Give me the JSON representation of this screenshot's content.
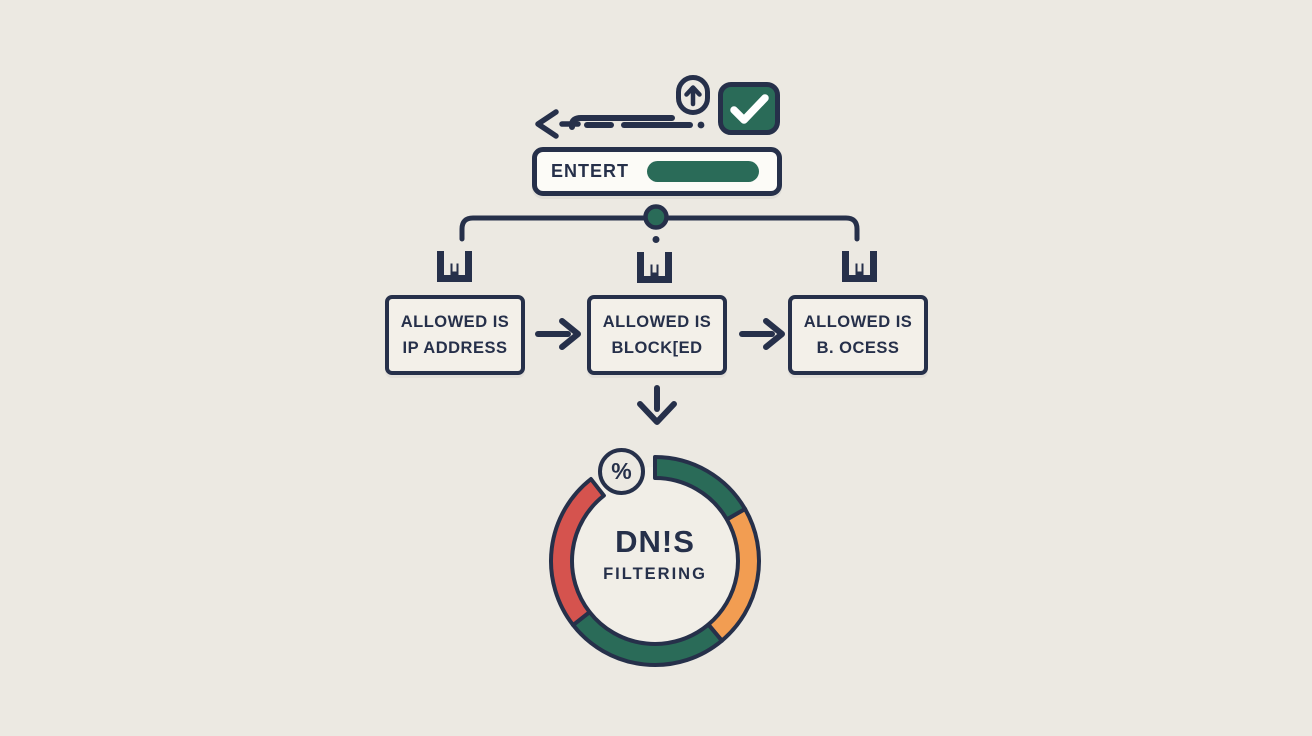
{
  "palette": {
    "navy": "#26304a",
    "green": "#2a6b58",
    "orange": "#f29d52",
    "red": "#d5534e",
    "background": "#ece9e2",
    "panel": "#f3f0e9",
    "input_white": "#fcfbf7"
  },
  "top": {
    "left_arrow_icon": "left-arrow",
    "dashed_line_icon": "dashed-line",
    "upload_pill_icon": "oval-up-arrow",
    "checkbox_icon": "checkmark",
    "checkbox_checked": true
  },
  "input": {
    "label": "ENTERT"
  },
  "flow_boxes": [
    {
      "line1": "ALLOWED IS",
      "line2": "IP ADDRESS"
    },
    {
      "line1": "ALLOWED IS",
      "line2": "BLOCK[ED"
    },
    {
      "line1": "ALLOWED IS",
      "line2": "B. OCESS"
    }
  ],
  "chart_data": {
    "type": "pie",
    "variant": "donut",
    "title": "DN!S",
    "subtitle": "FILTERING",
    "badge": "%",
    "start_reference": "degrees clockwise from 12 o'clock",
    "segments": [
      {
        "color": "#2a6b58",
        "start_deg": 0,
        "end_deg": 60
      },
      {
        "color": "#f29d52",
        "start_deg": 60,
        "end_deg": 140
      },
      {
        "color": "#2a6b58",
        "start_deg": 140,
        "end_deg": 232
      },
      {
        "color": "#d5534e",
        "start_deg": 232,
        "end_deg": 322
      }
    ],
    "gap_deg": {
      "start": 322,
      "end": 360
    },
    "legend": "none",
    "center_fill": "#f1eee7"
  }
}
